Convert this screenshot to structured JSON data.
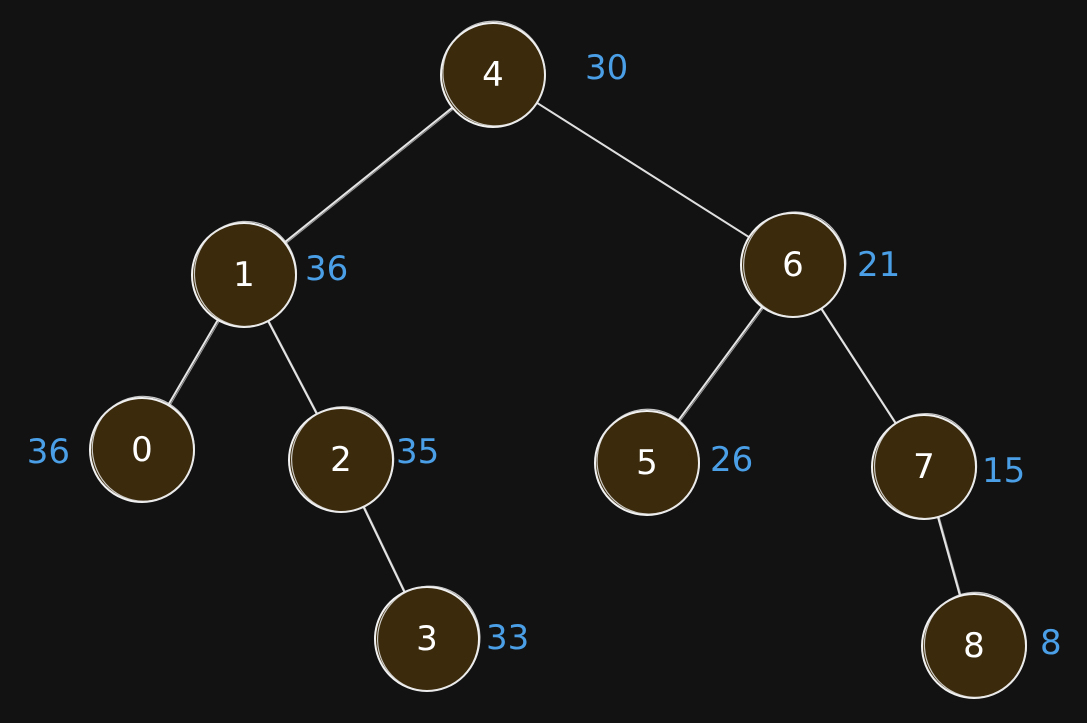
{
  "diagram": {
    "nodes": [
      {
        "id": "4",
        "label": "4",
        "weight": "30"
      },
      {
        "id": "1",
        "label": "1",
        "weight": "36"
      },
      {
        "id": "6",
        "label": "6",
        "weight": "21"
      },
      {
        "id": "0",
        "label": "0",
        "weight": "36"
      },
      {
        "id": "2",
        "label": "2",
        "weight": "35"
      },
      {
        "id": "5",
        "label": "5",
        "weight": "26"
      },
      {
        "id": "7",
        "label": "7",
        "weight": "15"
      },
      {
        "id": "3",
        "label": "3",
        "weight": "33"
      },
      {
        "id": "8",
        "label": "8",
        "weight": "8"
      }
    ],
    "edges": [
      {
        "from": "4",
        "to": "1"
      },
      {
        "from": "4",
        "to": "6"
      },
      {
        "from": "1",
        "to": "0"
      },
      {
        "from": "1",
        "to": "2"
      },
      {
        "from": "2",
        "to": "3"
      },
      {
        "from": "6",
        "to": "5"
      },
      {
        "from": "6",
        "to": "7"
      },
      {
        "from": "7",
        "to": "8"
      }
    ]
  },
  "colors": {
    "background": "#121212",
    "node_fill": "#3b2a0c",
    "node_stroke": "#f2f2f2",
    "edge": "#e6e6e6",
    "node_text": "#ffffff",
    "weight_text": "#4a9fe6"
  }
}
